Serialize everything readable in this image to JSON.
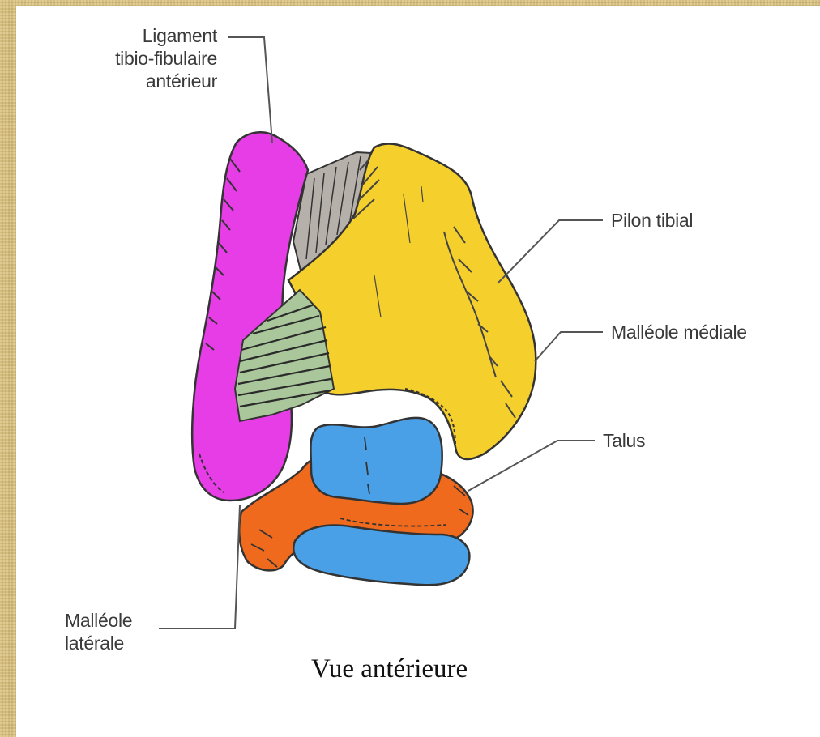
{
  "labels": {
    "ligament_line1": "Ligament",
    "ligament_line2": "tibio-fibulaire",
    "ligament_line3": "antérieur",
    "pilon": "Pilon tibial",
    "malleole_mediale": "Malléole médiale",
    "talus": "Talus",
    "malleole_laterale_line1": "Malléole",
    "malleole_laterale_line2": "latérale"
  },
  "caption": "Vue antérieure",
  "colors": {
    "fibula": "#e63de6",
    "tibia": "#f5cf2c",
    "ligament_green": "#a9c79a",
    "ligament_gray": "#b6b0aa",
    "talus_orange": "#f06a1e",
    "talus_blue": "#4aa0e6",
    "leader_line": "#555555",
    "frame": "#d9bf7a"
  }
}
